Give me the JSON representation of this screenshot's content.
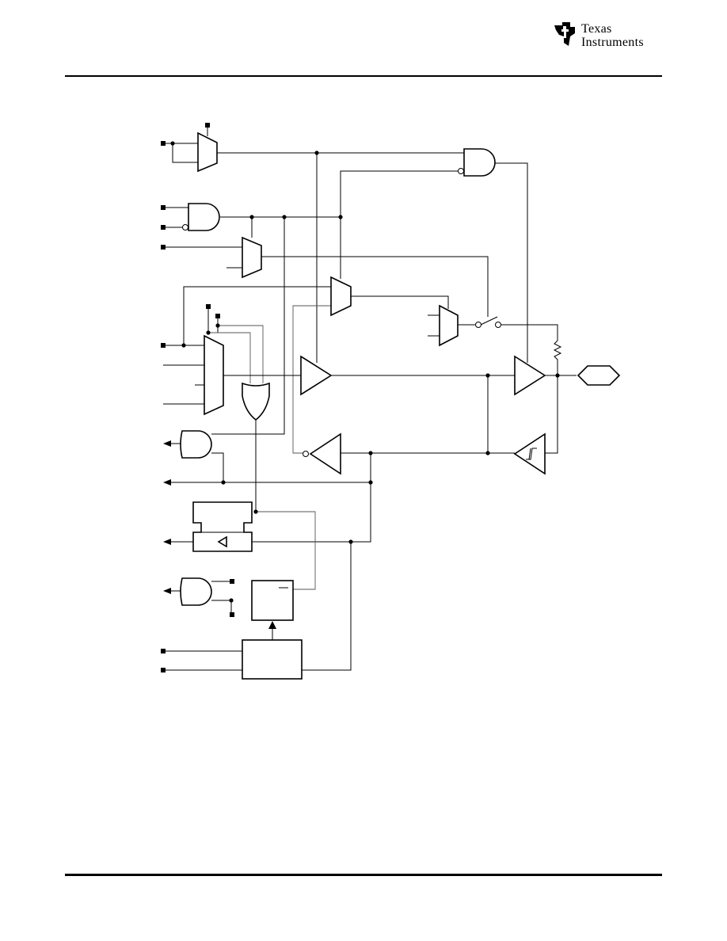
{
  "header": {
    "logo": {
      "icon": "texas-instruments-chip-icon",
      "line1": "Texas",
      "line2": "Instruments"
    }
  },
  "diagram": {
    "description_kind": "schematic",
    "colors": {
      "stroke": "#000000",
      "background": "#ffffff"
    }
  }
}
